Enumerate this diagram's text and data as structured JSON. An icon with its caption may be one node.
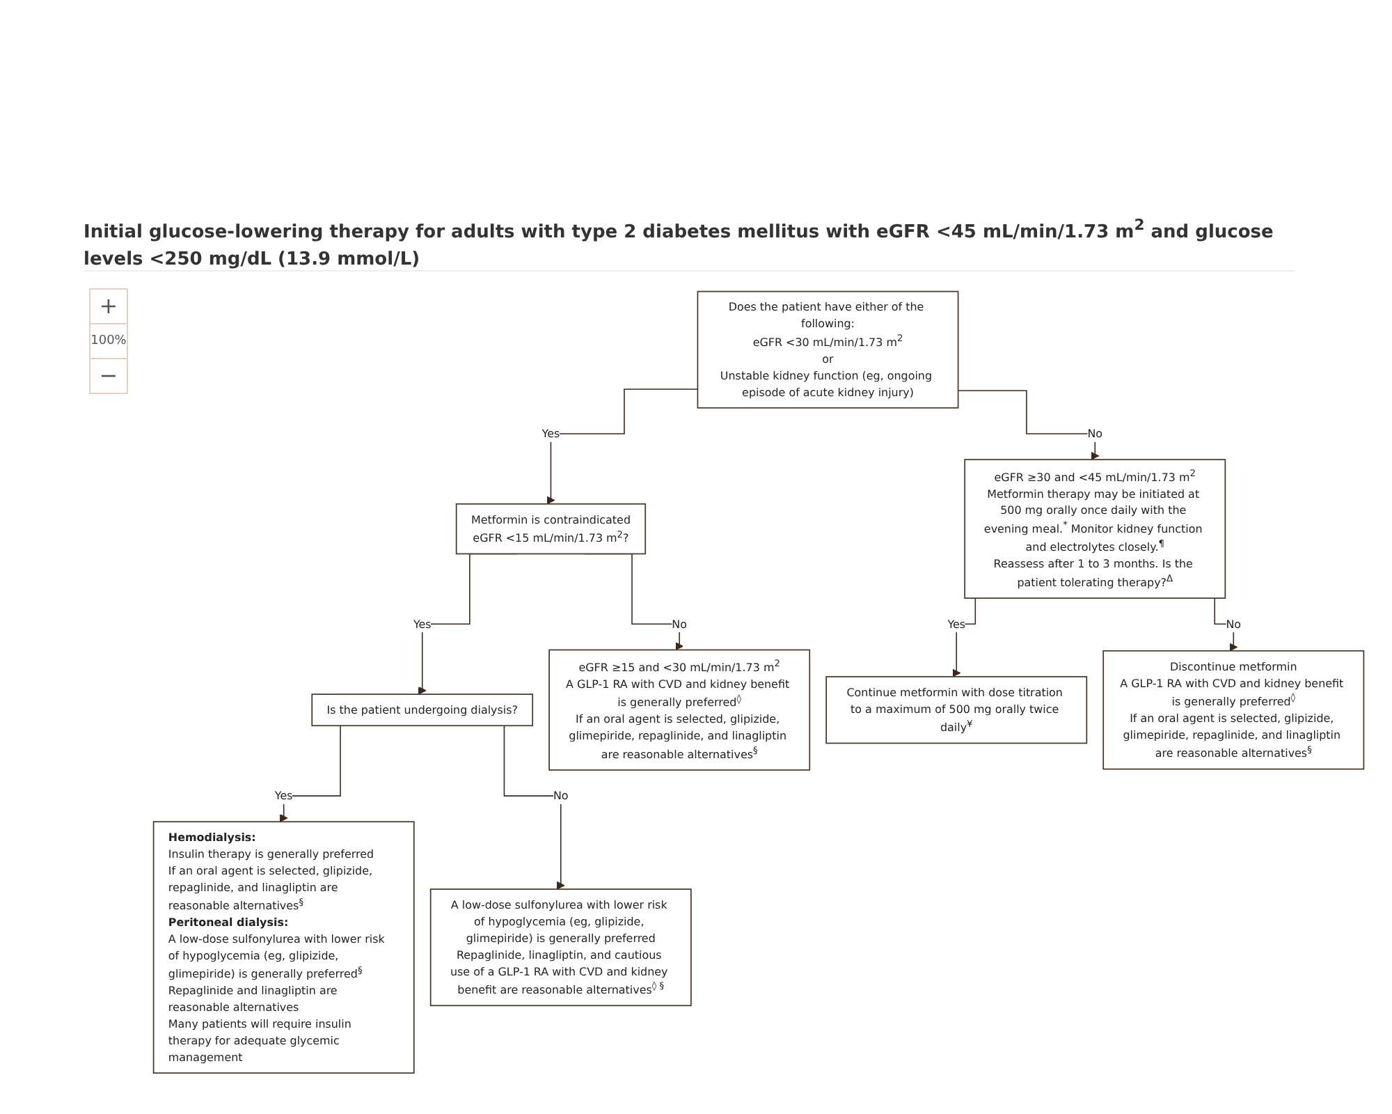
{
  "diagram": {
    "title": "Initial glucose-lowering therapy for adults with type 2 diabetes mellitus with eGFR <45 mL/min/1.73 m$^{2}$ and glucose levels <250 mg/dL (13.9 mmol/L)",
    "nodes": [
      {
        "text": [
          "Does the patient have either of the following:",
          "eGFR <30 mL/min/1.73 m$^{2}$",
          "or",
          "Unstable kidney function (eg, ongoing episode of acute kidney injury)"
        ]
      },
      {
        "text": [
          "Metformin is contraindicated",
          "eGFR <15 mL/min/1.73 m$^{2}$?"
        ]
      },
      {
        "text": [
          "eGFR ≥30 and <45 mL/min/1.73 m$^{2}$",
          "Metformin therapy may be initiated at 500 mg orally once daily with the evening meal.$^{*}$ Monitor kidney function and electrolytes closely.$^{¶}$",
          "Reassess after 1 to 3 months. Is the patient tolerating therapy?$^{Δ}$"
        ]
      },
      {
        "text": [
          "Is the patient undergoing dialysis?"
        ]
      },
      {
        "text": [
          "eGFR ≥15 and <30 mL/min/1.73 m$^{2}$",
          "A GLP-1 RA with CVD and kidney benefit is generally preferred$^{◊}$",
          "If an oral agent is selected, glipizide, glimepiride, repaglinide, and linagliptin are reasonable alternatives$^{§}$"
        ]
      },
      {
        "text": [
          "Continue metformin with dose titration to a maximum of 500 mg orally twice daily$^{¥}$"
        ]
      },
      {
        "text": [
          "Discontinue metformin",
          "A GLP-1 RA with CVD and kidney benefit is generally preferred$^{◊}$",
          "If an oral agent is selected, glipizide, glimepiride, repaglinide, and linagliptin are reasonable alternatives$^{§}$"
        ]
      },
      {
        "text": [
          "Hemodialysis:",
          "Insulin therapy is generally preferred",
          "If an oral agent is selected, glipizide, repaglinide, and linagliptin are reasonable alternatives$^{§}$",
          "Peritoneal dialysis:",
          "A low-dose sulfonylurea with lower risk of hypoglycemia (eg, glipizide, glimepiride) is generally preferred$^{§}$",
          "Repaglinide and linagliptin are reasonable alternatives",
          "Many patients will require insulin therapy for adequate glycemic management"
        ]
      },
      {
        "text": [
          "A low-dose sulfonylurea with lower risk of hypoglycemia (eg, glipizide, glimepiride) is generally preferred",
          "Repaglinide, linagliptin, and cautious use of a GLP-1 RA with CVD and kidney benefit are reasonable alternatives$^{◊ §}$"
        ]
      }
    ],
    "edges": [
      {
        "from": 0,
        "to": 1,
        "arrow": "to",
        "label": "Yes"
      },
      {
        "from": 0,
        "to": 2,
        "arrow": "to",
        "label": "No"
      },
      {
        "from": 1,
        "to": 3,
        "arrow": "to",
        "label": "Yes"
      },
      {
        "from": 1,
        "to": 4,
        "arrow": "to",
        "label": "No"
      },
      {
        "from": 2,
        "to": 5,
        "arrow": "to",
        "label": "Yes"
      },
      {
        "from": 2,
        "to": 6,
        "arrow": "to",
        "label": "No"
      },
      {
        "from": 3,
        "to": 7,
        "arrow": "to",
        "label": "Yes"
      },
      {
        "from": 3,
        "to": 8,
        "arrow": "to",
        "label": "No"
      }
    ],
    "labels": [
      "+",
      "100%",
      "−"
    ]
  }
}
